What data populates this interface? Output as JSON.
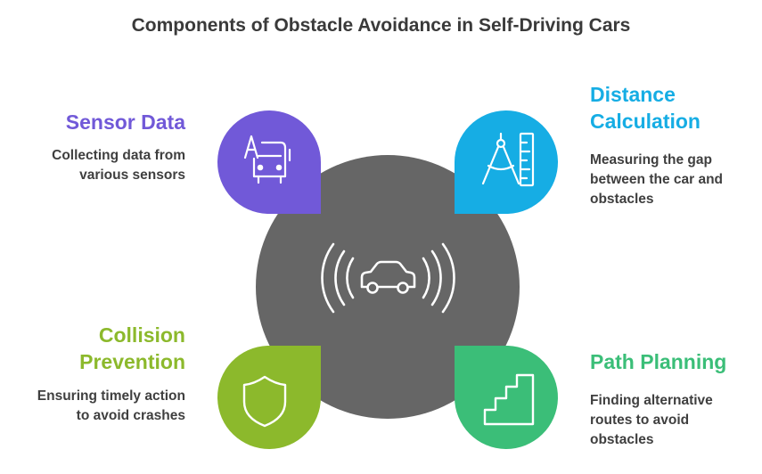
{
  "title": "Components of Obstacle Avoidance in Self-Driving Cars",
  "center": {
    "icon": "car-with-sensor-waves-icon"
  },
  "components": [
    {
      "id": "sensor-data",
      "heading": "Sensor Data",
      "description_lines": [
        "Collecting data from",
        "various sensors"
      ],
      "color": "#7159D8",
      "icon": "sensor-bus-icon"
    },
    {
      "id": "distance-calculation",
      "heading_lines": [
        "Distance",
        "Calculation"
      ],
      "description_lines": [
        "Measuring the gap",
        "between the car and",
        "obstacles"
      ],
      "color": "#16ADE4",
      "icon": "compass-ruler-icon"
    },
    {
      "id": "collision-prevention",
      "heading_lines": [
        "Collision",
        "Prevention"
      ],
      "description_lines": [
        "Ensuring timely action",
        "to avoid crashes"
      ],
      "color": "#8CB92C",
      "icon": "shield-icon"
    },
    {
      "id": "path-planning",
      "heading": "Path Planning",
      "description_lines": [
        "Finding alternative",
        "routes to avoid",
        "obstacles"
      ],
      "color": "#3BBE78",
      "icon": "stairs-icon"
    }
  ],
  "colors": {
    "center_circle": "#666666",
    "title": "#3A3A3A",
    "text": "#3F3F3F"
  }
}
